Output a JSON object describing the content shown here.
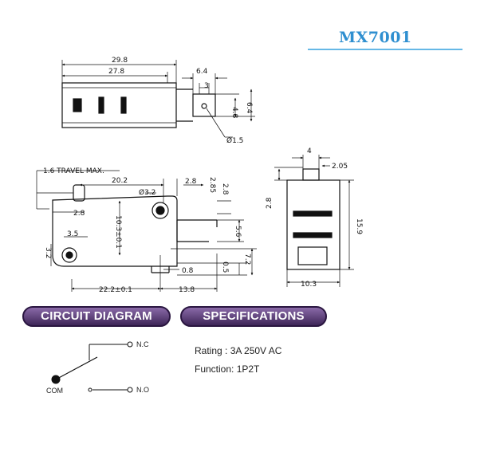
{
  "title": "MX7001",
  "top_view": {
    "dims": [
      "29.8",
      "27.8",
      "6.4",
      "3",
      "4.8",
      "6.4",
      "Ø1.5"
    ]
  },
  "side_view": {
    "dims": [
      "1.6 TRAVEL MAX.",
      "20.2",
      "Ø3.2",
      "2.8",
      "2.85",
      "2.8",
      "10.3±0.1",
      "3.5",
      "5.6",
      "3.2",
      "7.2",
      "0.5",
      "0.8",
      "22.2±0.1",
      "13.8"
    ]
  },
  "end_view": {
    "dims": [
      "4",
      "2.05",
      "2.8",
      "15.9",
      "10.3"
    ]
  },
  "sections": {
    "circuit_diagram": "CIRCUIT DIAGRAM",
    "specifications": "SPECIFICATIONS"
  },
  "circuit": {
    "nc_label": "N.C",
    "no_label": "N.O",
    "com_label": "COM"
  },
  "specs": {
    "rating": "Rating : 3A 250V AC",
    "function": "Function: 1P2T"
  }
}
